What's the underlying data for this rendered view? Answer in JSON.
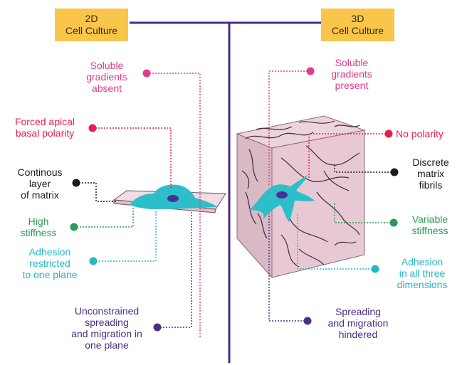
{
  "headers": {
    "left": {
      "line1": "2D",
      "line2": "Cell Culture"
    },
    "right": {
      "line1": "3D",
      "line2": "Cell Culture"
    }
  },
  "colors": {
    "divider": "#4b2a8a",
    "header_bg": "#f9c54a",
    "pink": "#e23a8c",
    "red": "#e51f4a",
    "black": "#1a1a1a",
    "green": "#2a9a57",
    "cyan": "#27b6c9",
    "purple": "#4a2e86",
    "cell": "#2cbfc9",
    "nucleus": "#4c2f93",
    "matrix": "#e8c9d3"
  },
  "left_labels": [
    {
      "key": "soluble",
      "lines": [
        "Soluble",
        "gradients",
        "absent"
      ],
      "color": "pink"
    },
    {
      "key": "polarity",
      "lines": [
        "Forced apical",
        "basal polarity"
      ],
      "color": "red"
    },
    {
      "key": "matrix",
      "lines": [
        "Continous",
        "layer",
        "of matrix"
      ],
      "color": "black"
    },
    {
      "key": "stiffness",
      "lines": [
        "High",
        "stiffness"
      ],
      "color": "green"
    },
    {
      "key": "adhesion",
      "lines": [
        "Adhesion",
        "restricted",
        "to one plane"
      ],
      "color": "cyan"
    },
    {
      "key": "migration",
      "lines": [
        "Unconstrained",
        "spreading",
        "and migration in",
        "one plane"
      ],
      "color": "purple"
    }
  ],
  "right_labels": [
    {
      "key": "soluble",
      "lines": [
        "Soluble",
        "gradients",
        "present"
      ],
      "color": "pink"
    },
    {
      "key": "polarity",
      "lines": [
        "No polarity"
      ],
      "color": "red"
    },
    {
      "key": "matrix",
      "lines": [
        "Discrete",
        "matrix",
        "fibrils"
      ],
      "color": "black"
    },
    {
      "key": "stiffness",
      "lines": [
        "Variable",
        "stiffness"
      ],
      "color": "green"
    },
    {
      "key": "adhesion",
      "lines": [
        "Adhesion",
        "in all three",
        "dimensions"
      ],
      "color": "cyan"
    },
    {
      "key": "migration",
      "lines": [
        "Spreading",
        "and migration",
        "hindered"
      ],
      "color": "purple"
    }
  ]
}
